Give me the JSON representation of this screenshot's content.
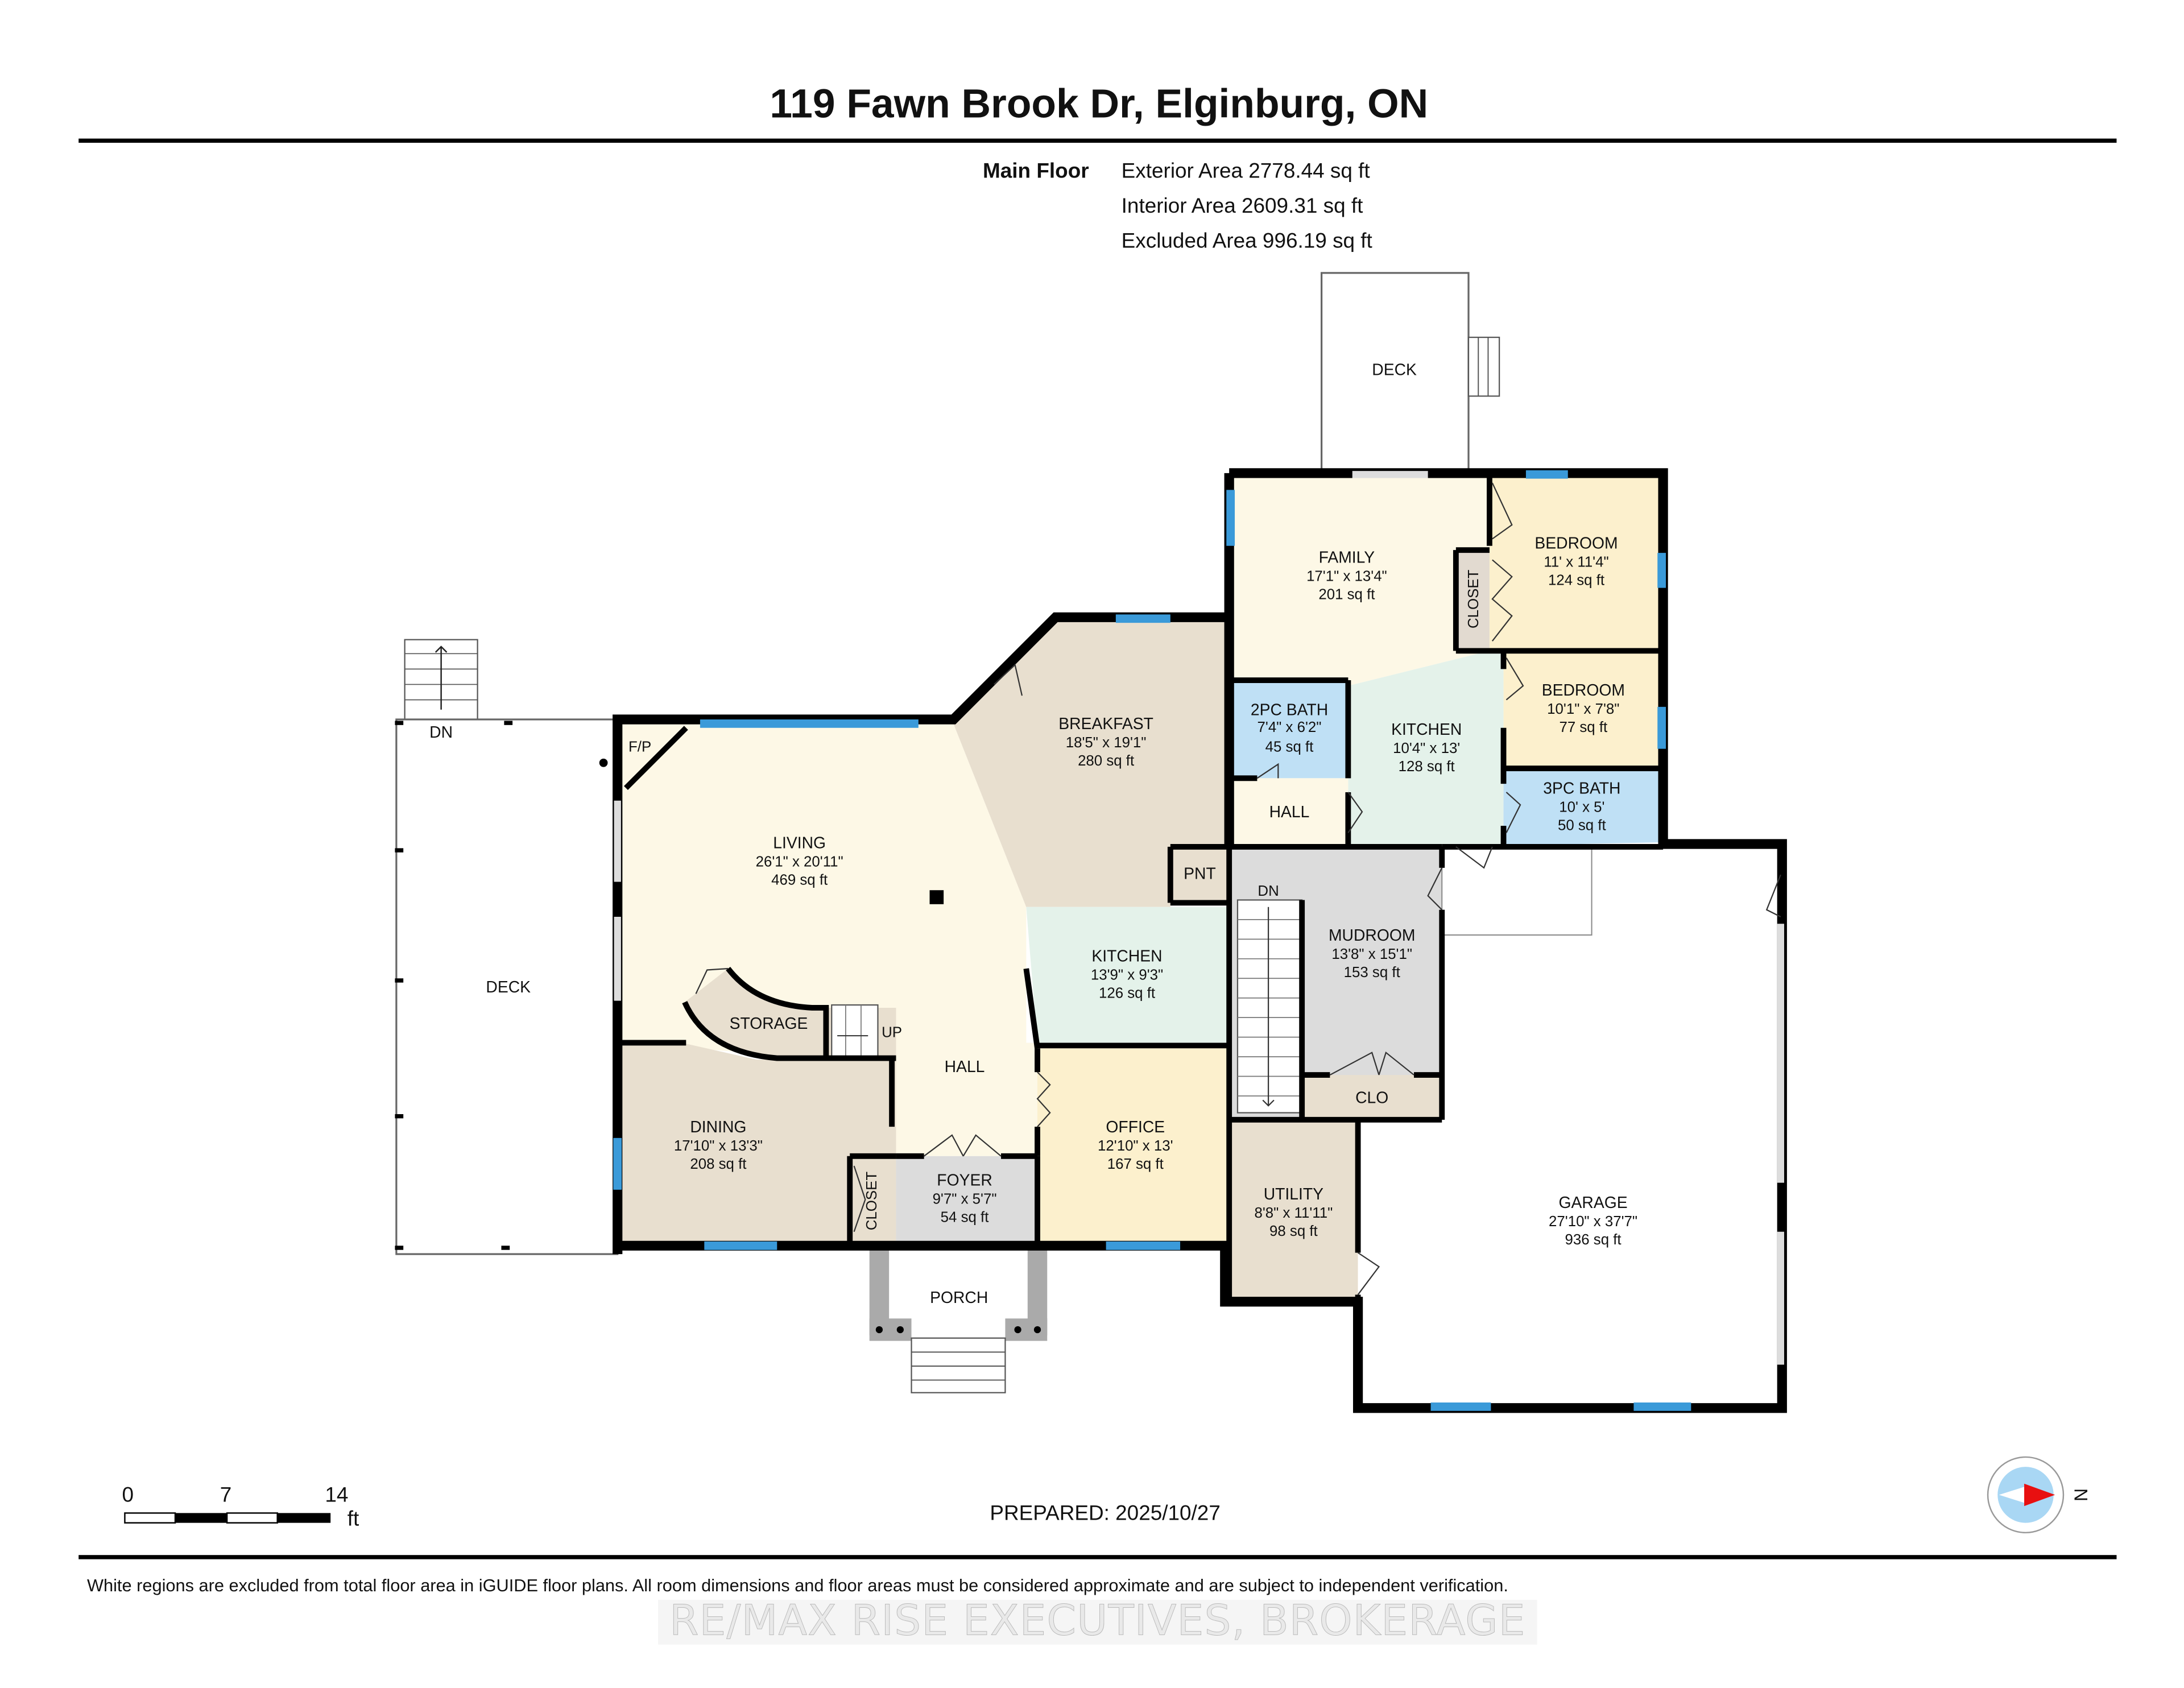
{
  "header": {
    "title": "119 Fawn Brook Dr, Elginburg, ON",
    "floor_label": "Main Floor",
    "exterior_area": "Exterior Area 2778.44 sq ft",
    "interior_area": "Interior Area 2609.31 sq ft",
    "excluded_area": "Excluded Area 996.19 sq ft"
  },
  "colors": {
    "living": "#fdf8e6",
    "beige": "#e8dfcf",
    "mint": "#e4f2ea",
    "bath_blue": "#bfe0f5",
    "yellow": "#fcf0cd",
    "grey": "#dcdcdc",
    "window": "#3a9ad9",
    "wall": "#000000"
  },
  "rooms": {
    "family": {
      "name": "FAMILY",
      "dims": "17'1\" x 13'4\"",
      "area": "201 sq ft"
    },
    "bedroom1": {
      "name": "BEDROOM",
      "dims": "11' x 11'4\"",
      "area": "124 sq ft"
    },
    "closet_bed": {
      "name": "CLOSET"
    },
    "bedroom2": {
      "name": "BEDROOM",
      "dims": "10'1\" x 7'8\"",
      "area": "77 sq ft"
    },
    "bath2pc": {
      "name": "2PC BATH",
      "dims": "7'4\" x 6'2\"",
      "area": "45 sq ft"
    },
    "kitchen_upper": {
      "name": "KITCHEN",
      "dims": "10'4\" x 13'",
      "area": "128 sq ft"
    },
    "bath3pc": {
      "name": "3PC BATH",
      "dims": "10' x 5'",
      "area": "50 sq ft"
    },
    "hall_upper": {
      "name": "HALL"
    },
    "breakfast": {
      "name": "BREAKFAST",
      "dims": "18'5\" x 19'1\"",
      "area": "280 sq ft"
    },
    "pantry": {
      "name": "PNT"
    },
    "living": {
      "name": "LIVING",
      "dims": "26'1\" x 20'11\"",
      "area": "469 sq ft"
    },
    "fireplace": {
      "name": "F/P"
    },
    "kitchen_main": {
      "name": "KITCHEN",
      "dims": "13'9\" x 9'3\"",
      "area": "126 sq ft"
    },
    "storage": {
      "name": "STORAGE"
    },
    "stairs_up": {
      "name": "UP"
    },
    "hall_main": {
      "name": "HALL"
    },
    "dining": {
      "name": "DINING",
      "dims": "17'10\" x 13'3\"",
      "area": "208 sq ft"
    },
    "closet_foyer": {
      "name": "CLOSET"
    },
    "foyer": {
      "name": "FOYER",
      "dims": "9'7\" x 5'7\"",
      "area": "54 sq ft"
    },
    "office": {
      "name": "OFFICE",
      "dims": "12'10\" x 13'",
      "area": "167 sq ft"
    },
    "porch": {
      "name": "PORCH"
    },
    "mudroom": {
      "name": "MUDROOM",
      "dims": "13'8\" x 15'1\"",
      "area": "153 sq ft"
    },
    "stairs_down": {
      "name": "DN"
    },
    "clo": {
      "name": "CLO"
    },
    "utility": {
      "name": "UTILITY",
      "dims": "8'8\" x 11'11\"",
      "area": "98 sq ft"
    },
    "garage": {
      "name": "GARAGE",
      "dims": "27'10\" x 37'7\"",
      "area": "936 sq ft"
    },
    "deck_top": {
      "name": "DECK"
    },
    "deck_left": {
      "name": "DECK",
      "stair_label": "DN"
    }
  },
  "scale_bar": {
    "ticks": [
      "0",
      "7",
      "14"
    ],
    "unit": "ft"
  },
  "prepared": "PREPARED: 2025/10/27",
  "compass": {
    "label": "N"
  },
  "footer": {
    "disclaimer": "White regions are excluded from total floor area in iGUIDE floor plans. All room dimensions and floor areas must be considered approximate and are subject to independent verification.",
    "watermark": "RE/MAX RISE EXECUTIVES, BROKERAGE"
  }
}
